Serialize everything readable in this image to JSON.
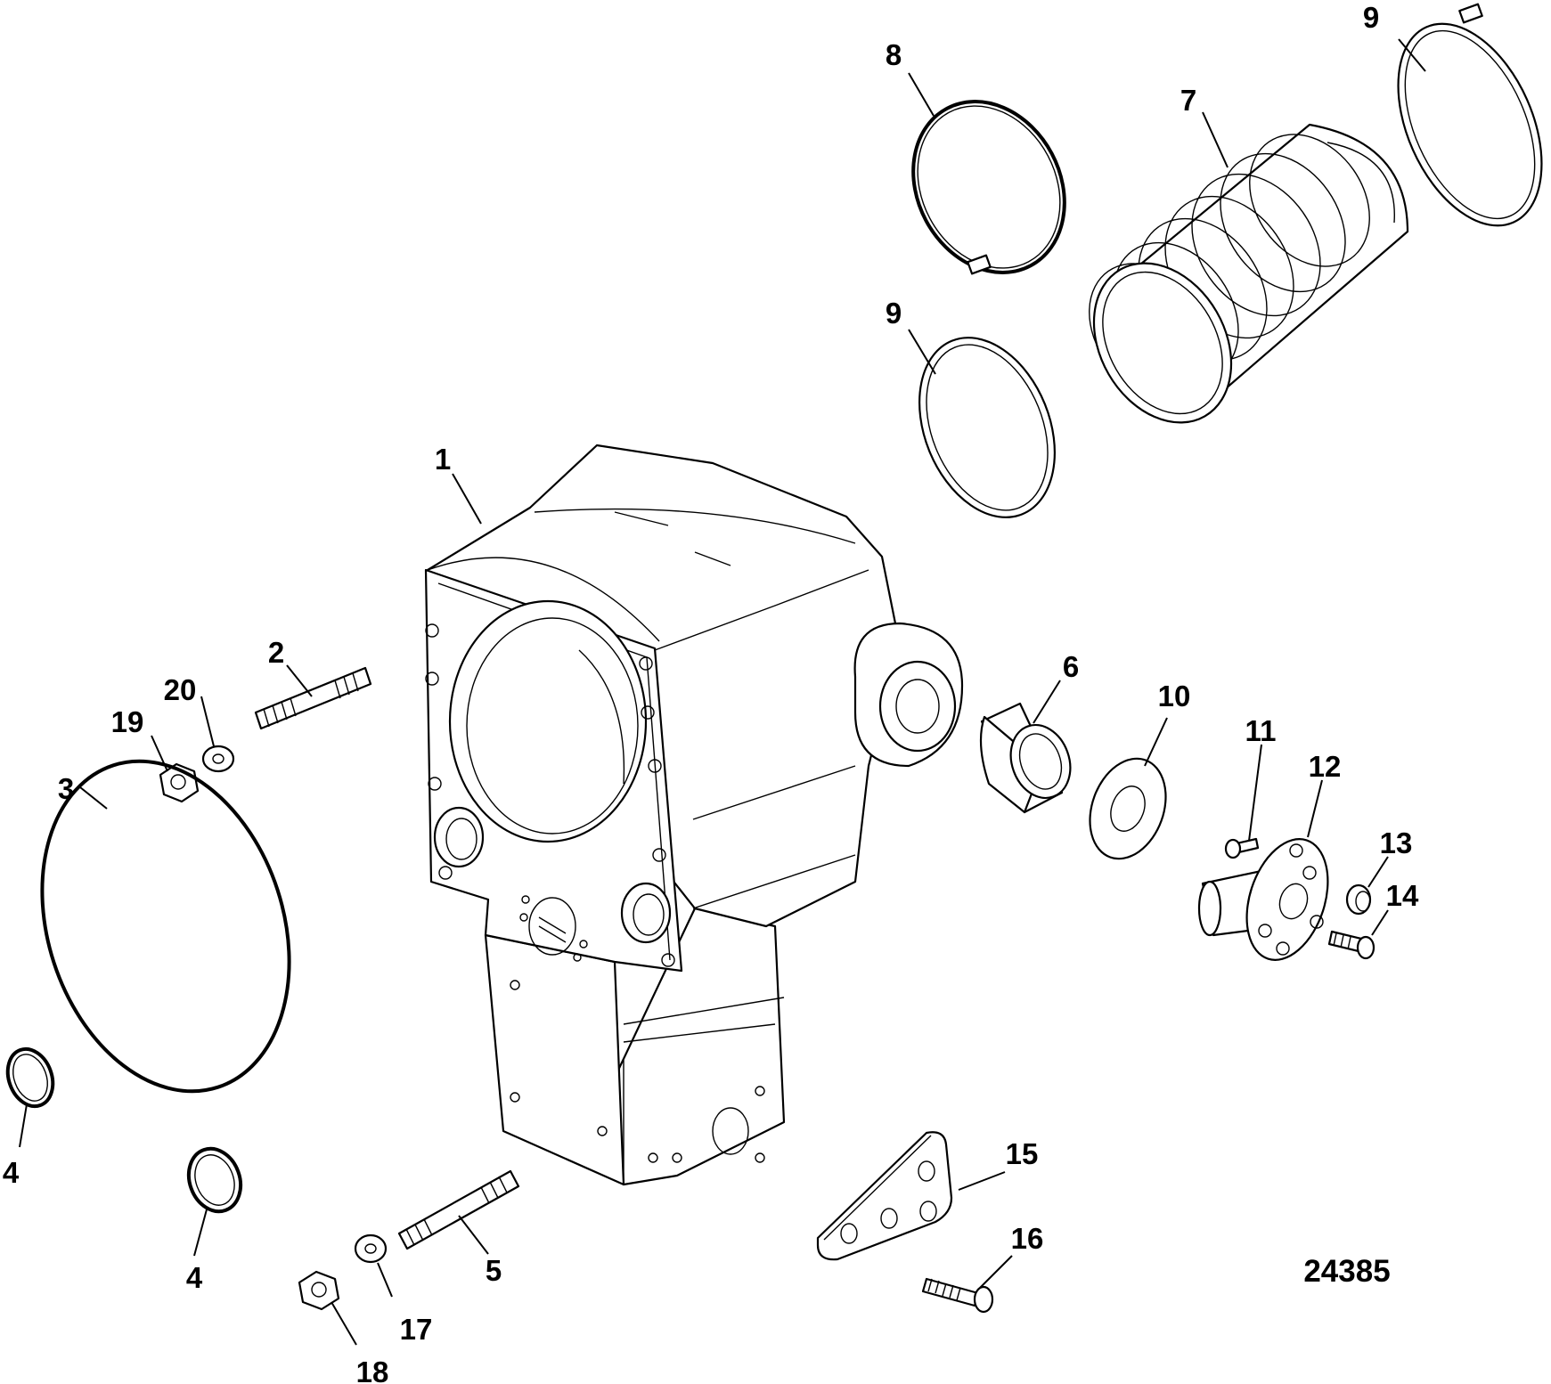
{
  "figure": {
    "number": "24385"
  },
  "callouts": [
    {
      "id": "1",
      "label": "1"
    },
    {
      "id": "2",
      "label": "2"
    },
    {
      "id": "3",
      "label": "3"
    },
    {
      "id": "4a",
      "label": "4"
    },
    {
      "id": "4b",
      "label": "4"
    },
    {
      "id": "5",
      "label": "5"
    },
    {
      "id": "6",
      "label": "6"
    },
    {
      "id": "7",
      "label": "7"
    },
    {
      "id": "8",
      "label": "8"
    },
    {
      "id": "9a",
      "label": "9"
    },
    {
      "id": "9b",
      "label": "9"
    },
    {
      "id": "10",
      "label": "10"
    },
    {
      "id": "11",
      "label": "11"
    },
    {
      "id": "12",
      "label": "12"
    },
    {
      "id": "13",
      "label": "13"
    },
    {
      "id": "14",
      "label": "14"
    },
    {
      "id": "15",
      "label": "15"
    },
    {
      "id": "16",
      "label": "16"
    },
    {
      "id": "17",
      "label": "17"
    },
    {
      "id": "18",
      "label": "18"
    },
    {
      "id": "19",
      "label": "19"
    },
    {
      "id": "20",
      "label": "20"
    }
  ],
  "colors": {
    "ink": "#000000",
    "paper": "#ffffff"
  }
}
